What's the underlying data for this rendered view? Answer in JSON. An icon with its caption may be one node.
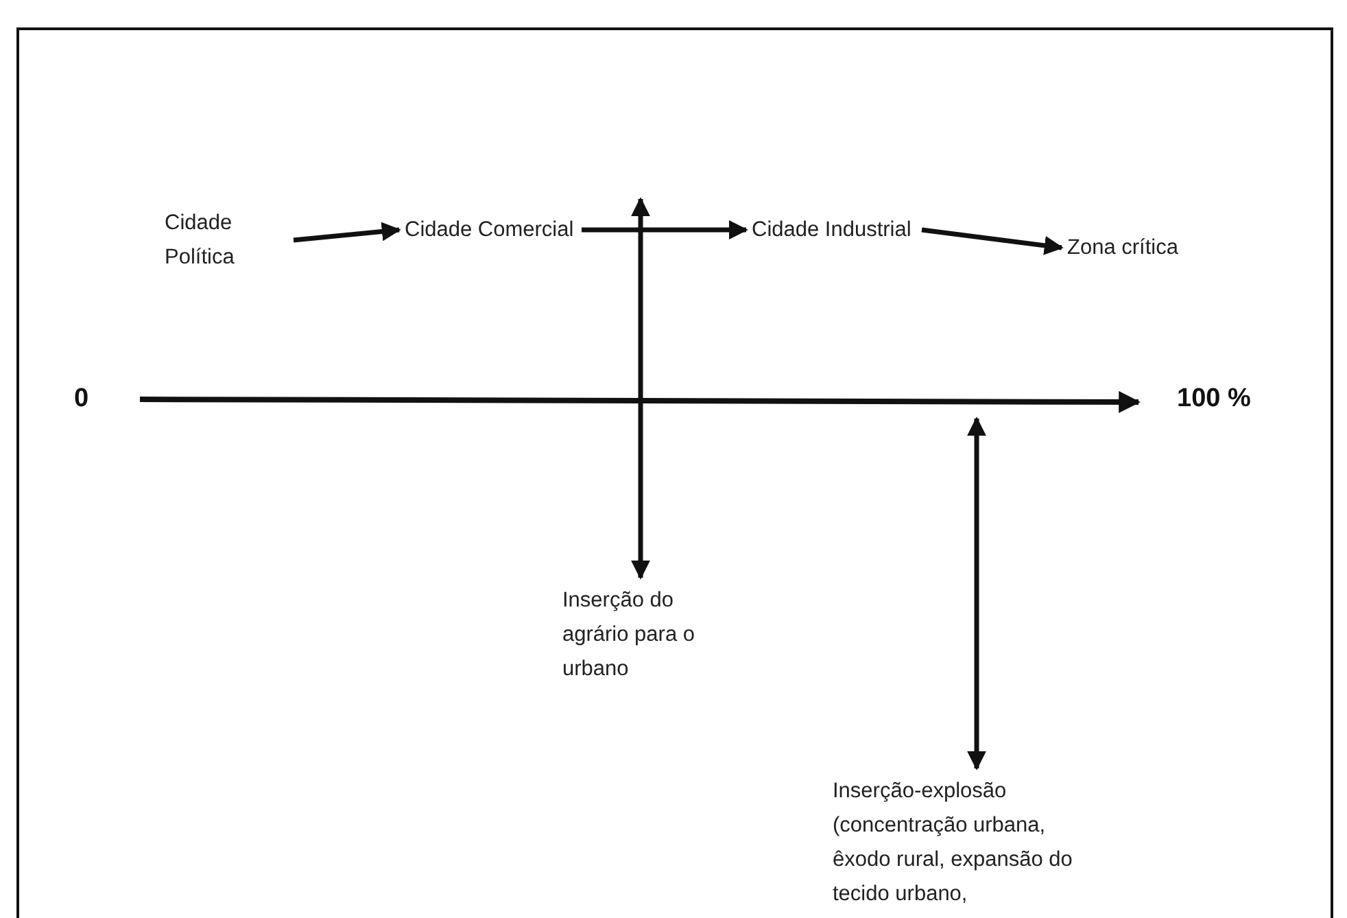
{
  "diagram": {
    "nodes": [
      {
        "text": [
          "Cidade Política"
        ]
      },
      {
        "text": [
          "Cidade Comercial"
        ]
      },
      {
        "text": [
          "Cidade Industrial"
        ]
      },
      {
        "text": [
          "Zona crítica"
        ]
      },
      {
        "text": [
          "Inserção do agrário para o urbano"
        ]
      },
      {
        "text": [
          "Inserção-explosão (concentração urbana, êxodo rural, expansão do tecido urbano,"
        ]
      }
    ],
    "edges": [
      {
        "from": 0,
        "to": 1,
        "arrow": "to"
      },
      {
        "from": 1,
        "to": 2,
        "arrow": "to"
      },
      {
        "from": 2,
        "to": 3,
        "arrow": "to"
      },
      {
        "from": null,
        "to": 4,
        "arrow": "both"
      },
      {
        "from": null,
        "to": 5,
        "arrow": "both"
      }
    ],
    "labels": [
      "0",
      "100 %"
    ]
  }
}
